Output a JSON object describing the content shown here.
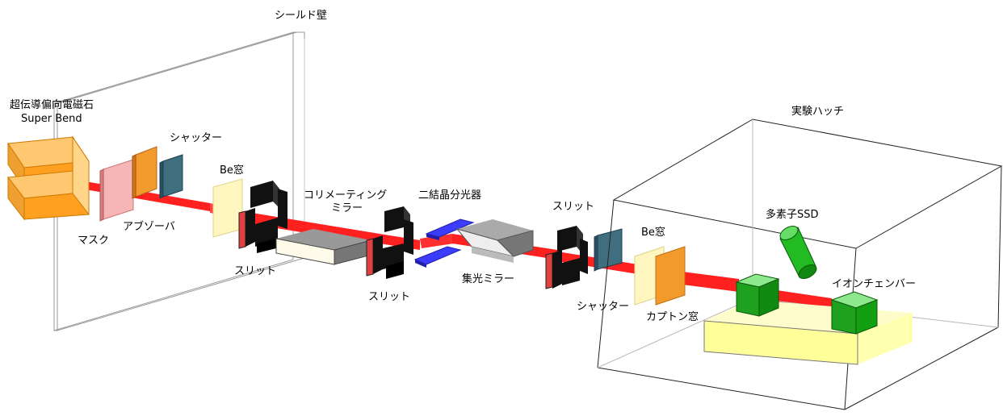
{
  "labels": {
    "shield_wall": "シールド壁",
    "magnet_jp": "超伝導偏向電磁石",
    "magnet_en": "Super Bend",
    "shutter_1": "シャッター",
    "be_window_1": "Be窓",
    "mask": "マスク",
    "absorber": "アブゾーバ",
    "slit_1": "スリット",
    "collimating_mirror_line1": "コリメーティング",
    "collimating_mirror_line2": "ミラー",
    "double_crystal": "二結晶分光器",
    "slit_2": "スリット",
    "focusing_mirror": "集光ミラー",
    "slit_3": "スリット",
    "shutter_2": "シャッター",
    "be_window_2": "Be窓",
    "kapton_window": "カプトン窓",
    "experiment_hutch": "実験ハッチ",
    "multi_element_ssd": "多素子SSD",
    "ion_chamber": "イオンチェンバー"
  },
  "colors": {
    "beam": "#ff2020",
    "magnet": "#ffa020",
    "absorber": "#f39a2c",
    "shutter": "#3f6f7f",
    "be_window": "#fff6c0",
    "slit": "#111111",
    "mirror_box": "#fffbea",
    "crystal": "#3c3cff",
    "ion_chamber": "#1fa11f",
    "ssd": "#22bb22",
    "sample_stage": "#ffff99"
  }
}
